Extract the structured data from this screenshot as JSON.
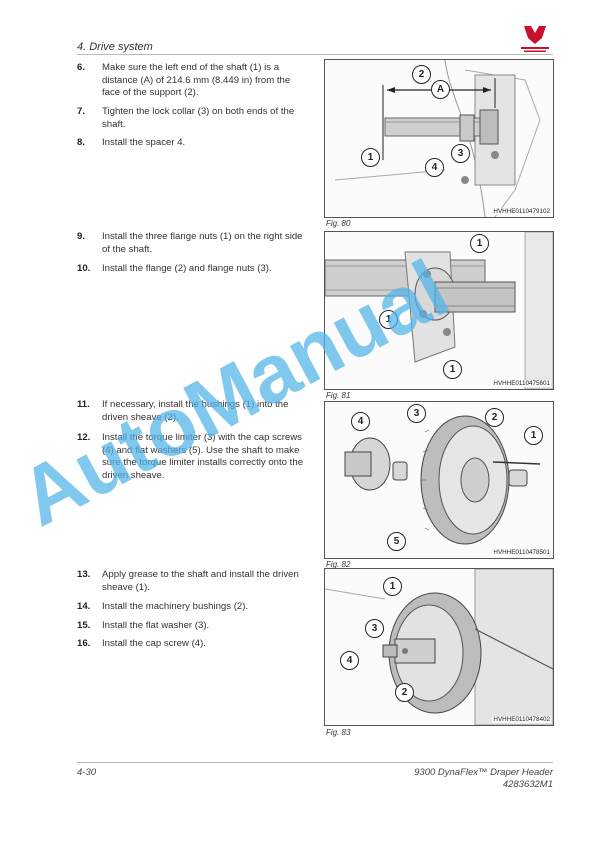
{
  "header": {
    "section_title": "4. Drive system"
  },
  "steps": [
    {
      "num": "6.",
      "text": "Make sure the left end of the shaft (1) is a distance (A) of 214.6 mm (8.449 in) from the face of the support (2)."
    },
    {
      "num": "7.",
      "text": "Tighten the lock collar (3) on both ends of the shaft."
    },
    {
      "num": "8.",
      "text": "Install the spacer 4."
    },
    {
      "num": "9.",
      "text": "Install the three flange nuts (1) on the right side of the shaft."
    },
    {
      "num": "10.",
      "text": "Install the flange (2) and flange nuts (3)."
    },
    {
      "num": "11.",
      "text": "If necessary, install the bushings (1) into the driven sheave (2)."
    },
    {
      "num": "12.",
      "text": "Install the torque limiter (3) with the cap screws (4) and flat washers (5). Use the shaft to make sure the torque limiter installs correctly onto the driven sheave."
    },
    {
      "num": "13.",
      "text": "Apply grease to the shaft and install the driven sheave (1)."
    },
    {
      "num": "14.",
      "text": "Install the machinery bushings (2)."
    },
    {
      "num": "15.",
      "text": "Install the flat washer (3)."
    },
    {
      "num": "16.",
      "text": "Install the cap screw (4)."
    }
  ],
  "figures": [
    {
      "caption": "Fig. 80",
      "code": "HVHHE0110479102",
      "callouts": [
        "2",
        "A",
        "1",
        "4",
        "3"
      ]
    },
    {
      "caption": "Fig. 81",
      "code": "HVHHE0110475601",
      "callouts": [
        "1",
        "1",
        "1"
      ]
    },
    {
      "caption": "Fig. 82",
      "code": "HVHHE0110478501",
      "callouts": [
        "4",
        "3",
        "2",
        "1",
        "5"
      ]
    },
    {
      "caption": "Fig. 83",
      "code": "HVHHE0110478402",
      "callouts": [
        "1",
        "3",
        "4",
        "2"
      ]
    }
  ],
  "footer": {
    "page_number": "4-30",
    "product": "9300 DynaFlex™ Draper Header",
    "doc_number": "4283632M1"
  },
  "watermark": {
    "text": "AutoManual",
    "color": "#4fb3e8"
  },
  "colors": {
    "logo_red": "#c8102e"
  }
}
